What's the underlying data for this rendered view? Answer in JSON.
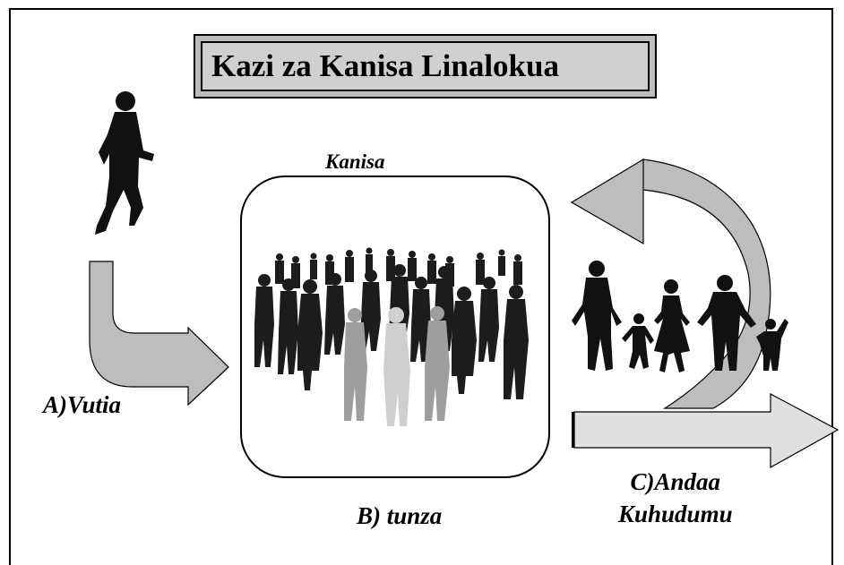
{
  "title": "Kazi za Kanisa Linalokua",
  "labels": {
    "church": "Kanisa",
    "step_a": "A)Vutia",
    "step_b": "B) tunza",
    "step_c_line1": "C)Andaa",
    "step_c_line2": "Kuhudumu"
  },
  "colors": {
    "border": "#000000",
    "arrow_fill": "#bdbdbd",
    "title_fill": "#d0d0d0",
    "silhouette_dark": "#111111",
    "silhouette_light": "#a8a8a8"
  }
}
